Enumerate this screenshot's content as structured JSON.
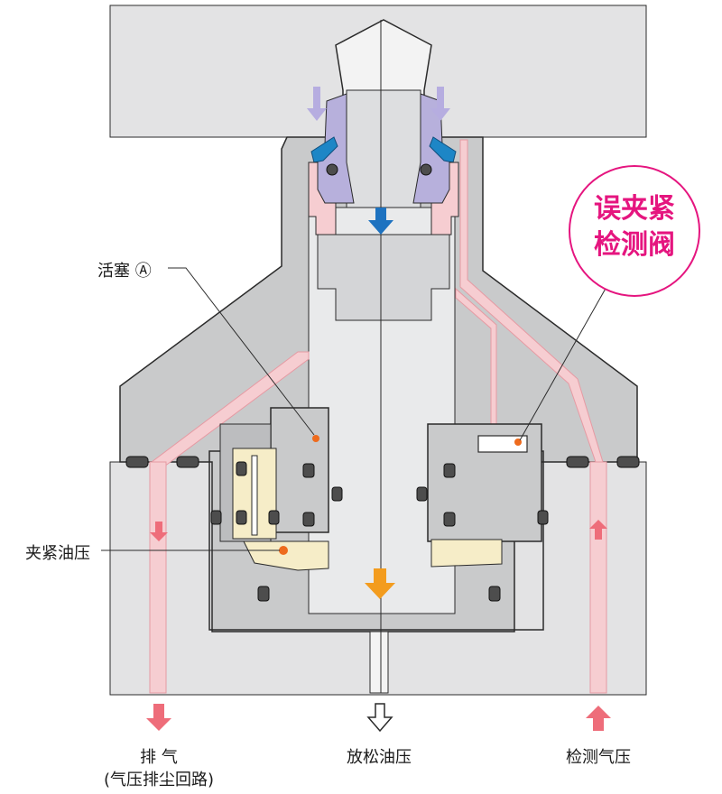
{
  "labels": {
    "piston": "活塞 Ⓐ",
    "clamp_oil": "夹紧油压",
    "exhaust": "排 气",
    "exhaust_sub": "(气压排尘回路)",
    "release_oil": "放松油压",
    "detect_air": "检测气压"
  },
  "callout": {
    "line1": "误夹紧",
    "line2": "检测阀"
  },
  "colors": {
    "body_gray": "#c9cacb",
    "top_gray": "#e3e3e4",
    "line_dark": "#2b2b2b",
    "air_pink": "#f6cdd1",
    "air_pink_edge": "#e69aa3",
    "oil_yellow": "#f6edc8",
    "collet_purple": "#b7b0dc",
    "seal_blue": "#1d86c6",
    "arrow_blue": "#1d72c0",
    "arrow_orange": "#f39c1e",
    "arrow_pink": "#ee6d7a",
    "arrow_lavender": "#b6ade0",
    "callout_magenta": "#e5157f",
    "dot_orange": "#ee6b1d"
  }
}
